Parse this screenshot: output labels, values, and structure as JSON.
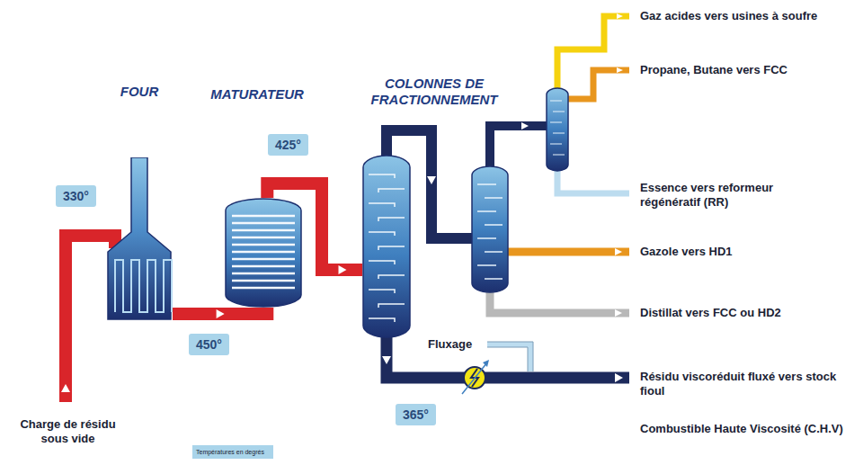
{
  "diagram": {
    "nodes": [
      {
        "text": [
          "FOUR"
        ]
      },
      {
        "text": [
          "MATURATEUR"
        ]
      },
      {
        "text": [
          "COLONNES DE FRACTIONNEMENT"
        ]
      },
      {
        "text": [
          "425°"
        ]
      },
      {
        "text": [
          "330°"
        ]
      },
      {
        "text": [
          "450°"
        ]
      },
      {
        "text": [
          "365°"
        ]
      }
    ],
    "edges": [
      {
        "from": 0,
        "to": 1,
        "arrow": "to"
      },
      {
        "from": 1,
        "to": 2,
        "arrow": "to"
      }
    ],
    "labels": [
      "Gaz acides vers usines à soufre",
      "Propane, Butane vers FCC",
      "Essence vers reformeur régénératif (RR)",
      "Gazole vers HD1",
      "Distillat vers FCC ou HD2",
      "Fluxage",
      "Résidu viscoréduit fluxé vers stock fioul",
      "Charge de résidu sous vide",
      "Combustible Haute Viscosité (C.H.V)"
    ],
    "legend": [
      {
        "text": "Températures en degrés",
        "color": "#a9d4ea"
      }
    ]
  }
}
